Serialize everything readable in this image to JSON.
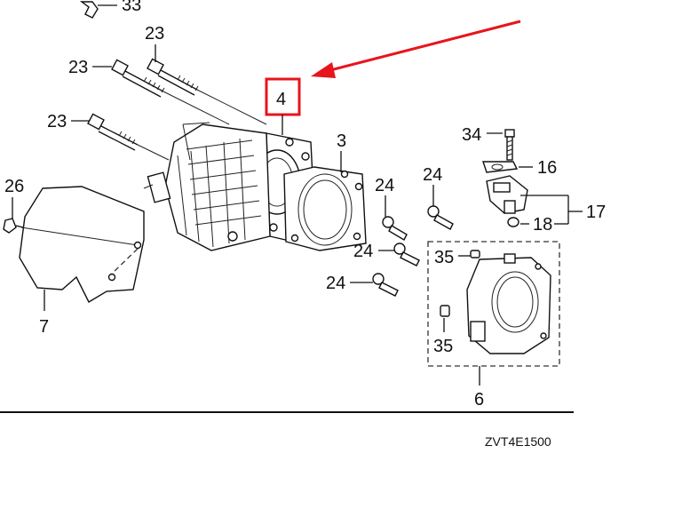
{
  "diagram": {
    "drawing_code": "ZVT4E1500",
    "highlight_color": "#e8141b",
    "callouts": {
      "c33": "33",
      "c23a": "23",
      "c23b": "23",
      "c23c": "23",
      "c4": "4",
      "c3": "3",
      "c34": "34",
      "c16": "16",
      "c17": "17",
      "c18": "18",
      "c26": "26",
      "c7": "7",
      "c24a": "24",
      "c24b": "24",
      "c24c": "24",
      "c24d": "24",
      "c35a": "35",
      "c35b": "35",
      "c6": "6"
    }
  }
}
